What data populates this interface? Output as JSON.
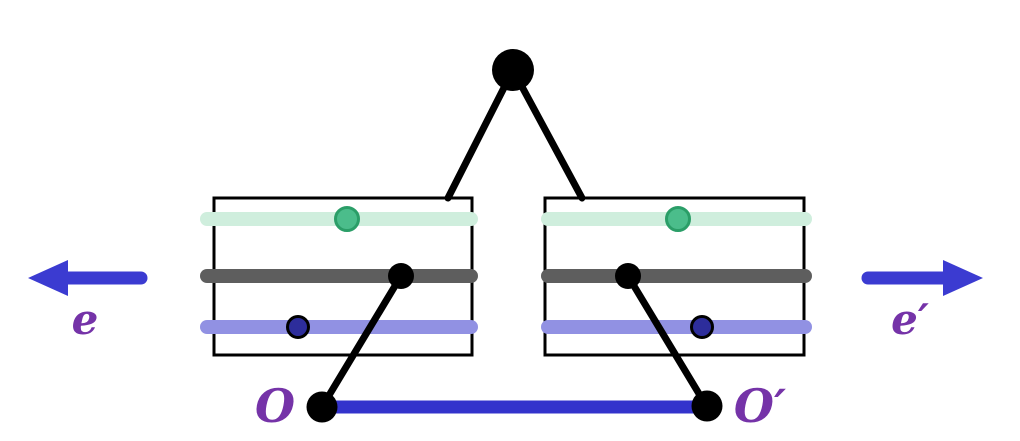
{
  "figure": {
    "labels": {
      "e": "e",
      "e_prime": "e′",
      "O": "O",
      "O_prime": "O′"
    },
    "colors": {
      "ink": "#000000",
      "segment_blue": "#3333cc",
      "arrow_blue": "#3b3bd1",
      "label_purple": "#7533a8",
      "rail_mint": "#cfeedd",
      "rail_gray": "#5e5e5e",
      "rail_periwinkle": "#9191e3",
      "marker_green_fill": "#4bbd8b",
      "marker_green_stroke": "#2b9e68",
      "marker_navy_fill": "#2d2d9b"
    }
  }
}
